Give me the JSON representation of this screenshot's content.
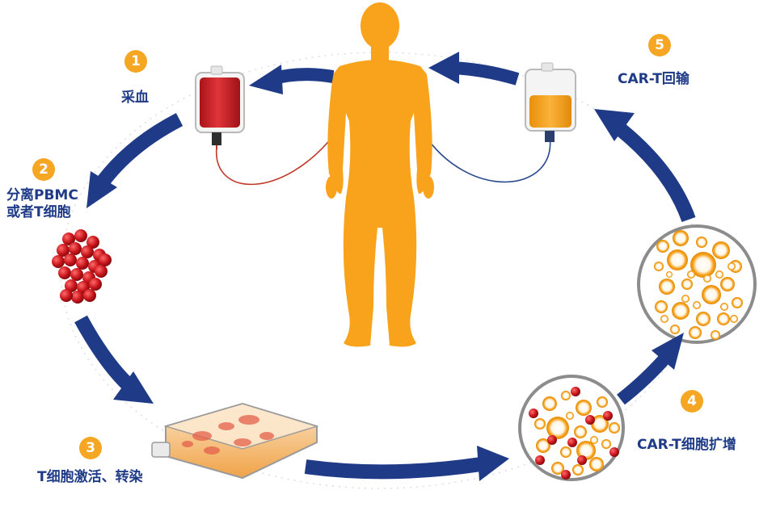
{
  "colors": {
    "arrow": "#1f3b87",
    "body": "#f9a21b",
    "blood": "#d3262a",
    "cell_red": "#c8151b",
    "cell_orange": "#f9a21b",
    "badge": "#f5a623",
    "text": "#1f3b87",
    "line_red": "#c0392b",
    "line_blue": "#2c4a8f",
    "dish_border": "#8c8c8c",
    "flask_liquid": "#f3a64a"
  },
  "steps": [
    {
      "number": "1",
      "label_lines": [
        "采血"
      ],
      "icon": "blood-bag-icon"
    },
    {
      "number": "2",
      "label_lines": [
        "分离PBMC",
        "或者T细胞"
      ],
      "icon": "cell-cluster-icon"
    },
    {
      "number": "3",
      "label_lines": [
        "T细胞激活、转染"
      ],
      "icon": "culture-flask-icon"
    },
    {
      "number": "4",
      "label_lines": [
        "CAR-T细胞扩增"
      ],
      "icon": "petri-dish-icon"
    },
    {
      "number": "5",
      "label_lines": [
        "CAR-T回输"
      ],
      "icon": "infusion-bag-icon"
    }
  ]
}
